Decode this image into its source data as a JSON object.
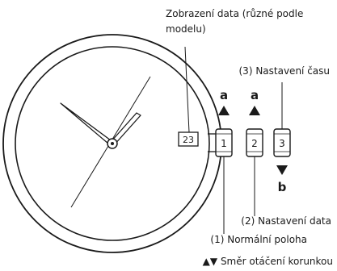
{
  "labels": {
    "date_display_line1": "Zobrazení data (různé podle",
    "date_display_line2": "modelu)",
    "position_3": "(3) Nastavení času",
    "position_2": "(2) Nastavení data",
    "position_1": "(1) Normální poloha",
    "legend": "▲▼ Směr otáčení korunkou"
  },
  "date_window": "23",
  "crowns": [
    "1",
    "2",
    "3"
  ],
  "arrows": {
    "a1": "a",
    "a2": "a",
    "b": "b"
  }
}
